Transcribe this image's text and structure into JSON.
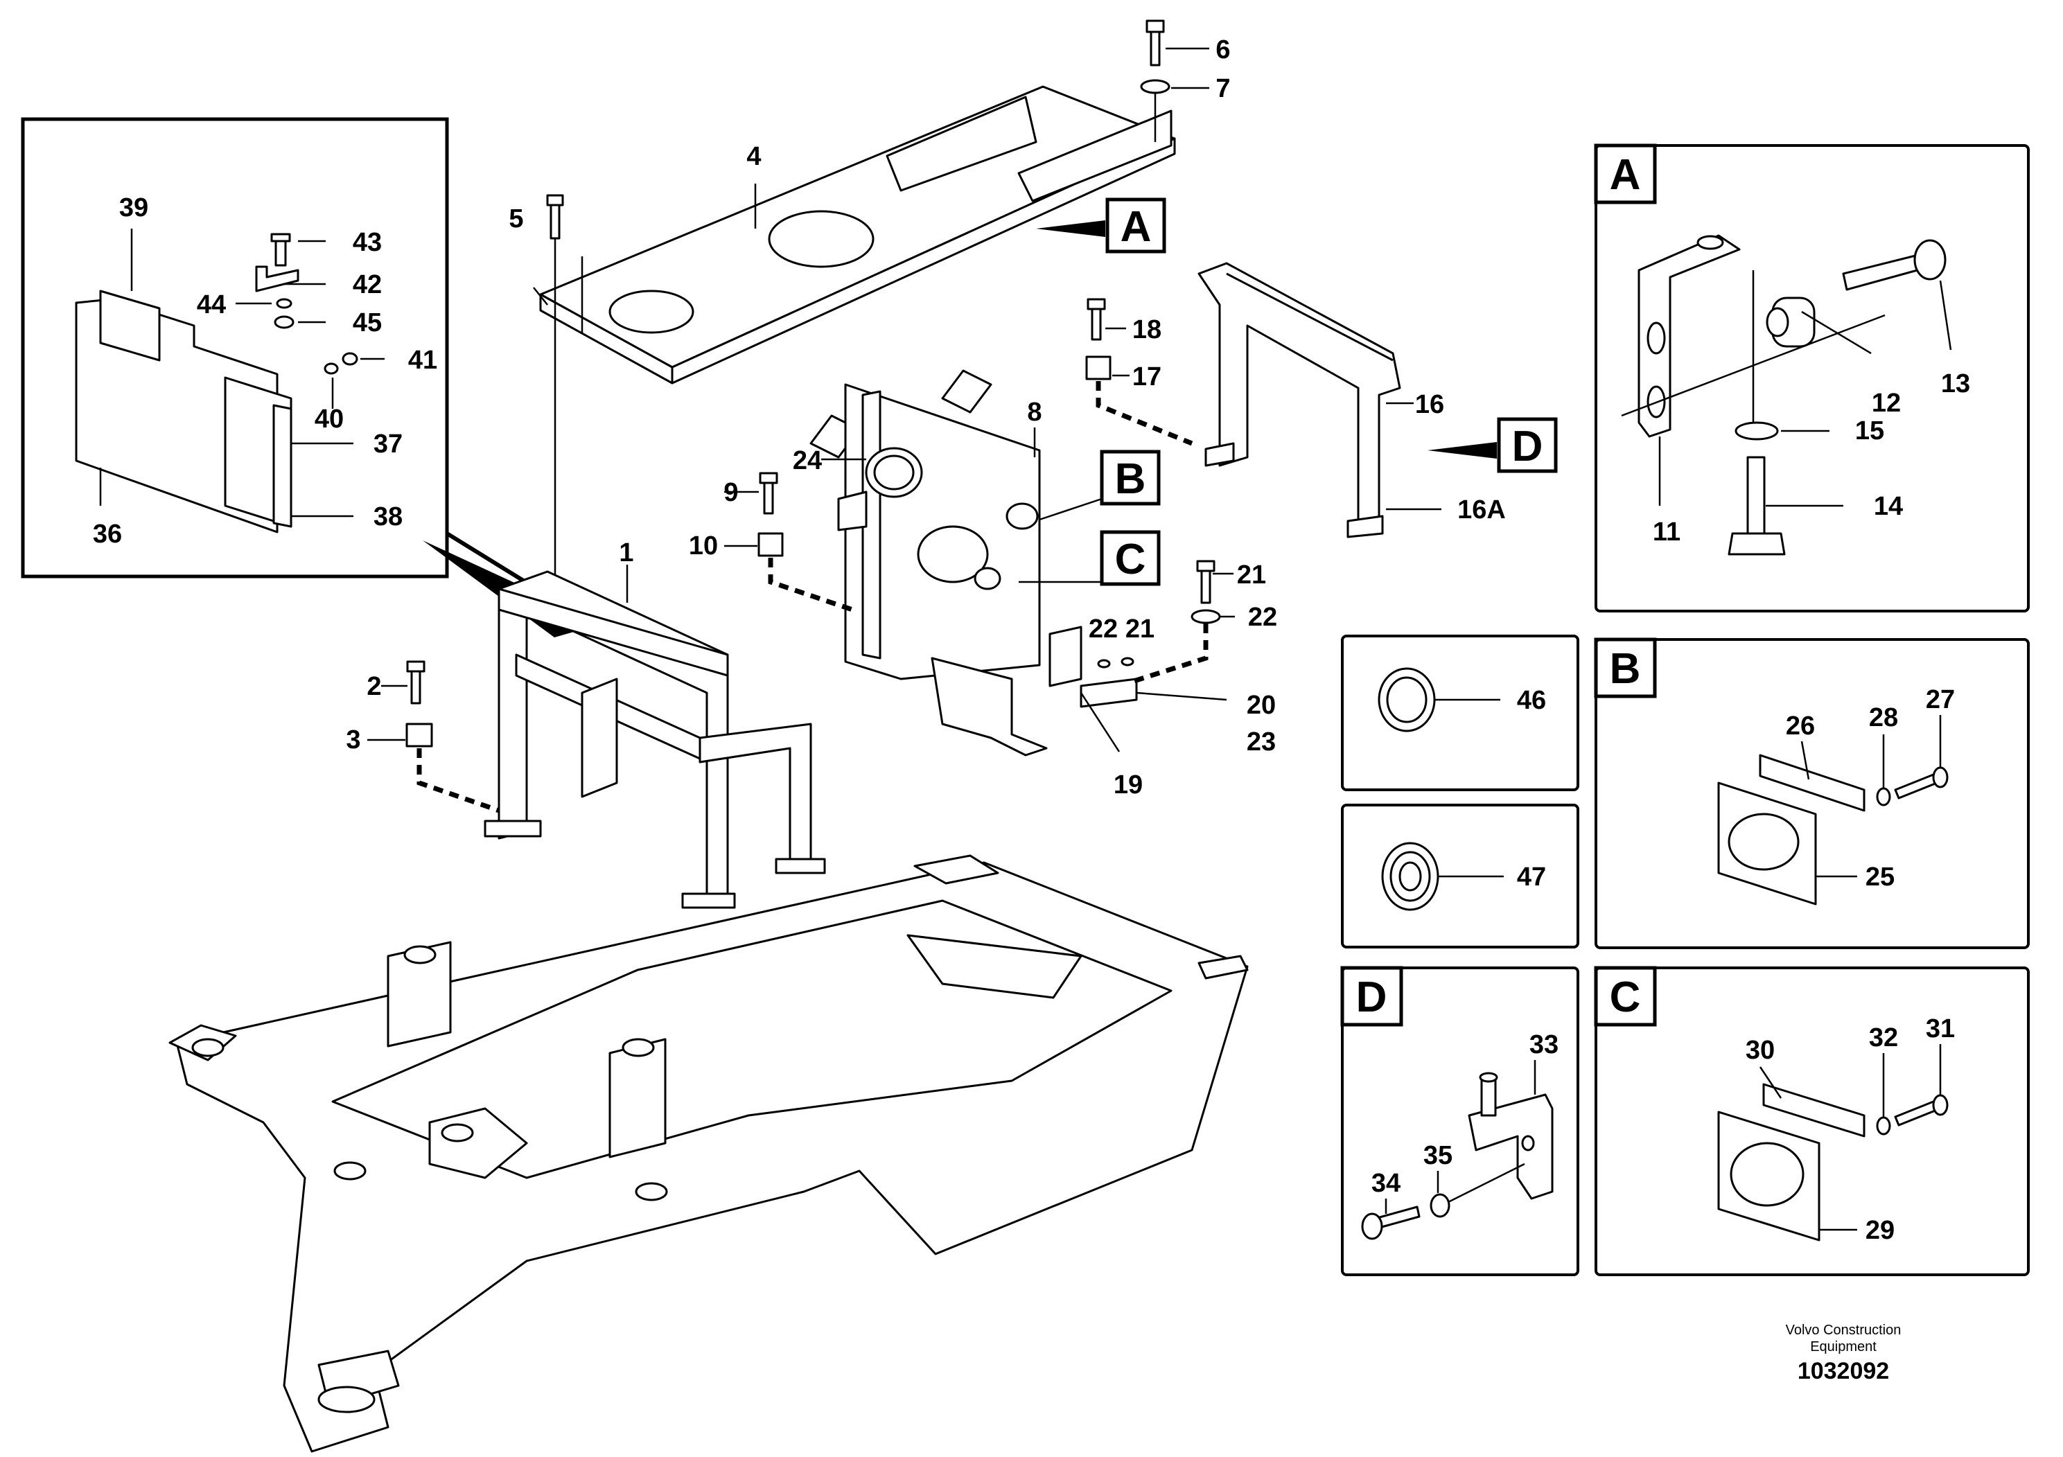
{
  "brand": {
    "line1": "Volvo Construction",
    "line2": "Equipment"
  },
  "document_number": "1032092",
  "callouts": {
    "A": "A",
    "B": "B",
    "C": "C",
    "D": "D"
  },
  "parts": [
    "1",
    "2",
    "3",
    "4",
    "5",
    "6",
    "7",
    "8",
    "9",
    "10",
    "11",
    "12",
    "13",
    "14",
    "15",
    "16",
    "16A",
    "17",
    "18",
    "19",
    "20",
    "21",
    "22",
    "23",
    "24",
    "25",
    "26",
    "27",
    "28",
    "29",
    "30",
    "31",
    "32",
    "33",
    "34",
    "35",
    "36",
    "37",
    "38",
    "39",
    "40",
    "41",
    "42",
    "43",
    "44",
    "45",
    "46",
    "47"
  ]
}
